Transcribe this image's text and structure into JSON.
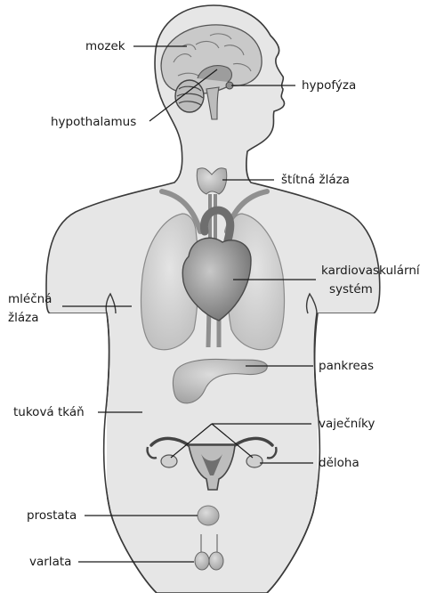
{
  "colors": {
    "body_fill": "#e6e6e6",
    "outline": "#3a3a3a",
    "organ_light": "#cfcfcf",
    "organ_mid": "#a9a9a9",
    "organ_dark": "#7c7c7c",
    "brain_pink": "#c9c9c9",
    "leader": "#1a1a1a"
  },
  "labels": {
    "mozek": "mozek",
    "hypofyza": "hypofýza",
    "hypothalamus": "hypothalamus",
    "stitna": "štítná žláza",
    "kardio_1": "kardiovaskulární",
    "kardio_2": "systém",
    "mlecna_1": "mléčná",
    "mlecna_2": "žláza",
    "pankreas": "pankreas",
    "tukova": "tuková tkáň",
    "vajecniky": "vaječníky",
    "deloha": "děloha",
    "prostata": "prostata",
    "varlata": "varlata"
  }
}
